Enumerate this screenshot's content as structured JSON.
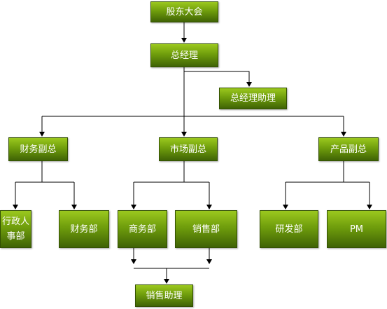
{
  "nodes": {
    "shareholders": "股东大会",
    "general_manager": "总经理",
    "gm_assistant": "总经理助理",
    "finance_vp": "财务副总",
    "market_vp": "市场副总",
    "product_vp": "产品副总",
    "admin_dept": "行政人事部",
    "finance_dept": "财务部",
    "business_dept": "商务部",
    "sales_dept": "销售部",
    "rd_dept": "研发部",
    "pm": "PM",
    "sales_assistant": "销售助理"
  },
  "colors": {
    "node_top": "#9bc81e",
    "node_bottom": "#3f6305",
    "node_border": "#324f02",
    "connector": "#000000",
    "text": "#ffffff"
  }
}
